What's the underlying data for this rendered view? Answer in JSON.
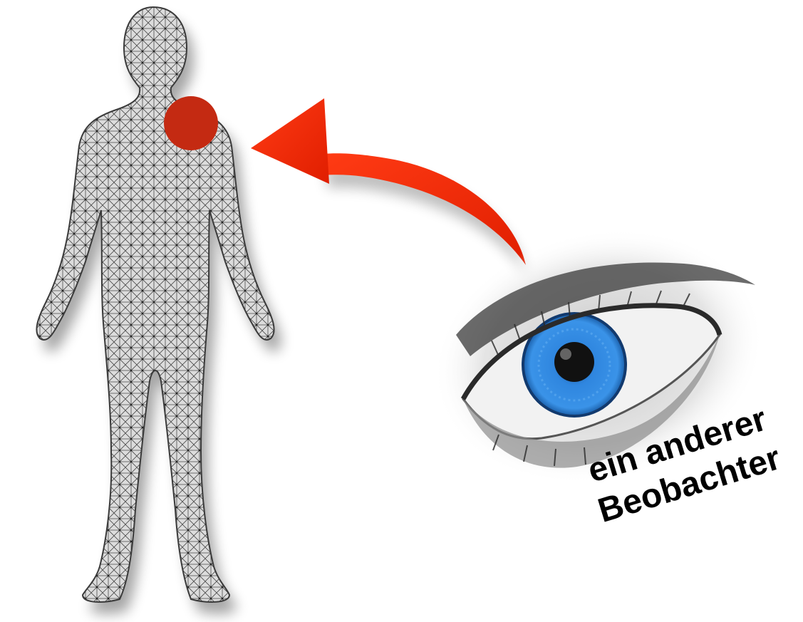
{
  "colors": {
    "background": "#ffffff",
    "body_fill": "#d9d9d9",
    "body_mesh": "#555555",
    "spot": "#c42a12",
    "arrow": "#ff2a0a",
    "iris": "#2d7fd6",
    "pupil": "#111111",
    "caption": "#000000"
  },
  "icons": {
    "figure": "human-body-mesh-icon",
    "spot": "red-spot-on-shoulder",
    "arrow": "curved-red-arrow-icon",
    "eye": "blue-eye-icon"
  },
  "caption": {
    "line1": "ein anderer",
    "line2": "Beobachter"
  }
}
